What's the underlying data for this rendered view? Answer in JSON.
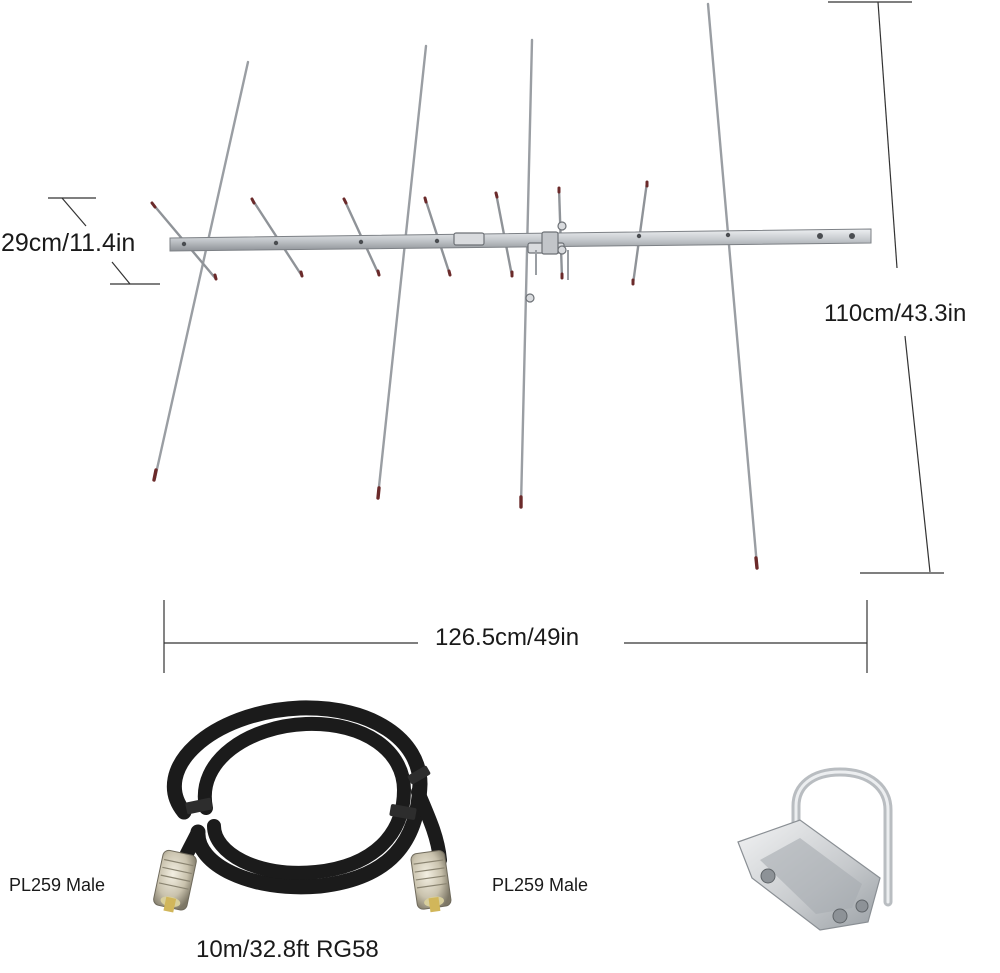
{
  "dimensions": {
    "element_spacing": "29cm/11.4in",
    "height": "110cm/43.3in",
    "width": "126.5cm/49in"
  },
  "accessories": {
    "connector_left": "PL259 Male",
    "connector_right": "PL259 Male",
    "cable": "10m/32.8ft RG58"
  },
  "colors": {
    "boom": "#c9ccd0",
    "rod": "#9a9ea3",
    "rod_tip": "#6b2a2a",
    "cable": "#1b1b1b",
    "connector": "#c8c3b5",
    "bracket": "#d3d5d8",
    "dimension_line": "#333333"
  }
}
